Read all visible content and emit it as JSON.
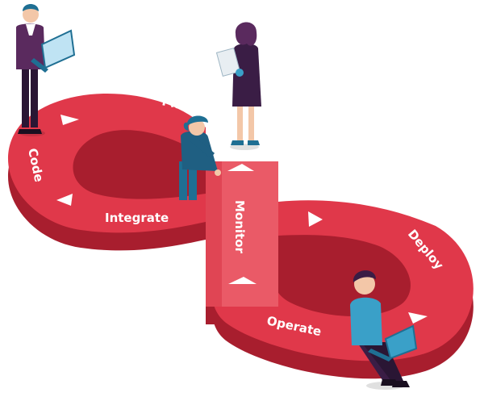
{
  "loop_stages": {
    "plan": "Plan",
    "code": "Code",
    "integrate": "Integrate",
    "monitor": "Monitor",
    "deploy": "Deploy",
    "operate": "Operate"
  },
  "colors": {
    "ribbon_top": "#e0384a",
    "ribbon_side": "#a81e2e",
    "ribbon_center": "#ea5a67",
    "arrow": "#ffffff",
    "person_purple": "#5a2a5e",
    "person_teal": "#1f6f93",
    "person_blue": "#3aa0c8",
    "skin": "#f3c7a8"
  },
  "figures": [
    {
      "name": "developer-with-laptop",
      "icon": "laptop-icon"
    },
    {
      "name": "planner-with-documents",
      "icon": "document-icon"
    },
    {
      "name": "integrator-leaning",
      "icon": "person-icon"
    },
    {
      "name": "operator-sitting-with-laptop",
      "icon": "laptop-icon"
    }
  ]
}
